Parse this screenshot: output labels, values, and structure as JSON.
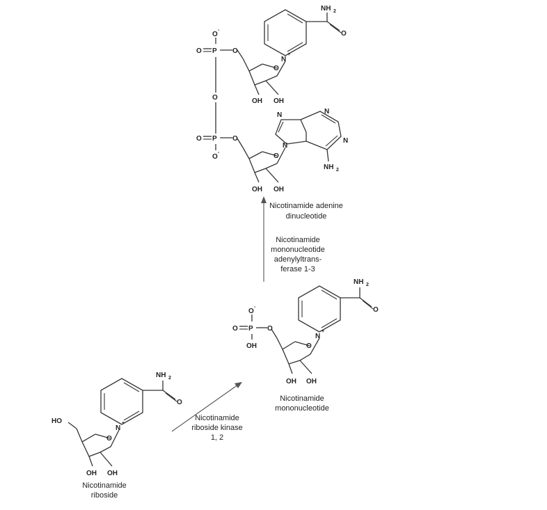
{
  "molecules": {
    "nad": {
      "name_line1": "Nicotinamide adenine",
      "name_line2": "dinucleotide"
    },
    "nmn": {
      "name_line1": "Nicotinamide",
      "name_line2": "mononucleotide"
    },
    "nr": {
      "name_line1": "Nicotinamide",
      "name_line2": "riboside"
    }
  },
  "enzymes": {
    "nmnat": {
      "line1": "Nicotinamide",
      "line2": "mononucleotide",
      "line3": "adenylyltrans-",
      "line4": "ferase 1-3"
    },
    "nrk": {
      "line1": "Nicotinamide",
      "line2": "riboside kinase",
      "line3": "1, 2"
    }
  },
  "atoms": {
    "N": "N",
    "O": "O",
    "P": "P",
    "OH": "OH",
    "HO": "HO",
    "NH": "NH",
    "sub2": "2",
    "plus": "+",
    "minus": "-"
  },
  "colors": {
    "bond": "#333333",
    "text": "#222222",
    "arrow": "#555555",
    "background": "#ffffff"
  }
}
